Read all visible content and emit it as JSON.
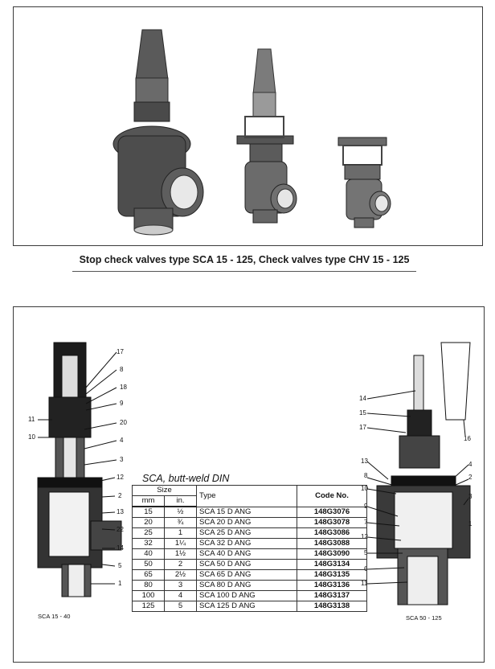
{
  "caption": "Stop check valves type SCA 15 - 125, Check valves type CHV 15 - 125",
  "table": {
    "title": "SCA, butt-weld DIN",
    "headers": {
      "size": "Size",
      "mm": "mm",
      "in": "in.",
      "type": "Type",
      "code": "Code No."
    },
    "rows": [
      {
        "mm": "15",
        "in": "½",
        "type": "SCA 15 D ANG",
        "code": "148G3076"
      },
      {
        "mm": "20",
        "in": "¾",
        "type": "SCA 20 D ANG",
        "code": "148G3078"
      },
      {
        "mm": "25",
        "in": "1",
        "type": "SCA 25 D ANG",
        "code": "148G3086"
      },
      {
        "mm": "32",
        "in": "1¼",
        "type": "SCA 32 D ANG",
        "code": "148G3088"
      },
      {
        "mm": "40",
        "in": "1½",
        "type": "SCA 40 D ANG",
        "code": "148G3090"
      },
      {
        "mm": "50",
        "in": "2",
        "type": "SCA 50 D ANG",
        "code": "148G3134"
      },
      {
        "mm": "65",
        "in": "2½",
        "type": "SCA 65 D ANG",
        "code": "148G3135"
      },
      {
        "mm": "80",
        "in": "3",
        "type": "SCA 80 D ANG",
        "code": "148G3136"
      },
      {
        "mm": "100",
        "in": "4",
        "type": "SCA 100 D ANG",
        "code": "148G3137"
      },
      {
        "mm": "125",
        "in": "5",
        "type": "SCA 125 D ANG",
        "code": "148G3138"
      }
    ]
  },
  "left_drawing": {
    "label": "SCA 15 - 40",
    "callouts": [
      "17",
      "8",
      "18",
      "9",
      "20",
      "11",
      "10",
      "4",
      "3",
      "12",
      "2",
      "13",
      "22",
      "14",
      "5",
      "1"
    ]
  },
  "right_drawing": {
    "label": "SCA 50 - 125",
    "callouts": [
      "14",
      "15",
      "17",
      "16",
      "13",
      "8",
      "10",
      "4",
      "2",
      "3",
      "9",
      "7",
      "12",
      "1",
      "5",
      "6",
      "11"
    ]
  }
}
